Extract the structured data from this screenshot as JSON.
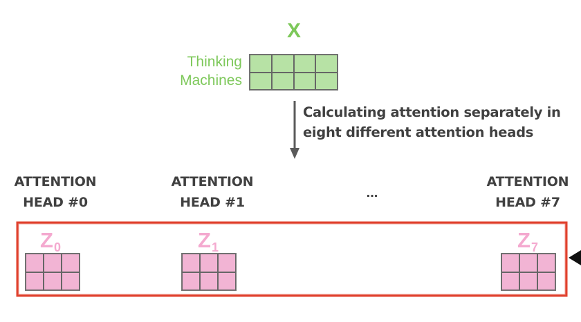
{
  "input": {
    "symbol": "X",
    "words": [
      "Thinking",
      "Machines"
    ]
  },
  "caption": {
    "line1": "Calculating attention separately in",
    "line2": "eight different attention heads"
  },
  "heads": [
    {
      "line1": "ATTENTION",
      "line2": "HEAD #0",
      "z": "Z",
      "sub": "0"
    },
    {
      "line1": "ATTENTION",
      "line2": "HEAD #1",
      "z": "Z",
      "sub": "1"
    },
    {
      "line1": "ATTENTION",
      "line2": "HEAD #7",
      "z": "Z",
      "sub": "7"
    }
  ],
  "ellipsis": "...",
  "colors": {
    "input": "#7dc85a",
    "input_cell": "#b7e2a5",
    "output": "#f4a9cf",
    "output_cell": "#f2b4d4",
    "highlight_box": "#e0412e",
    "text": "#404040"
  }
}
